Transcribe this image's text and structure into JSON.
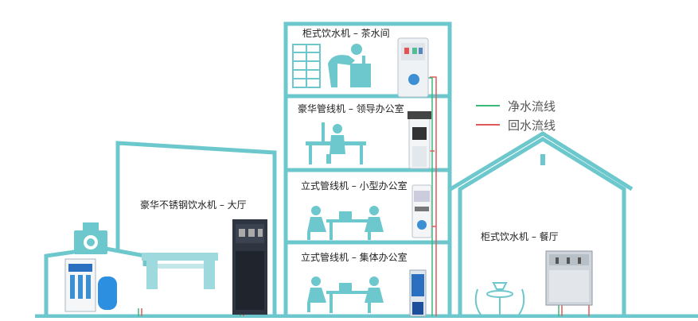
{
  "colors": {
    "structure": "#6cc8cc",
    "clean_line": "#3cb97a",
    "return_line": "#e05858",
    "text": "#222222",
    "legend_text": "#555555"
  },
  "legend": {
    "clean_label": "净水流线",
    "return_label": "回水流线"
  },
  "rooms": {
    "tea_room": "柜式饮水机 – 茶水间",
    "leader_office": "豪华管线机 – 领导办公室",
    "small_office": "立式管线机 – 小型办公室",
    "open_office": "立式管线机 – 集体办公室",
    "lobby": "豪华不锈钢饮水机 – 大厅",
    "restaurant": "柜式饮水机 – 餐厅"
  },
  "icons": {
    "storage_rack": "shelf-icon",
    "drinker": "person-drinking-icon",
    "office_desk": "desk-worker-icon",
    "meeting": "meeting-table-icon",
    "lobby_table": "reception-table-icon",
    "cafe": "cafe-table-icon",
    "house": "house-icon"
  }
}
